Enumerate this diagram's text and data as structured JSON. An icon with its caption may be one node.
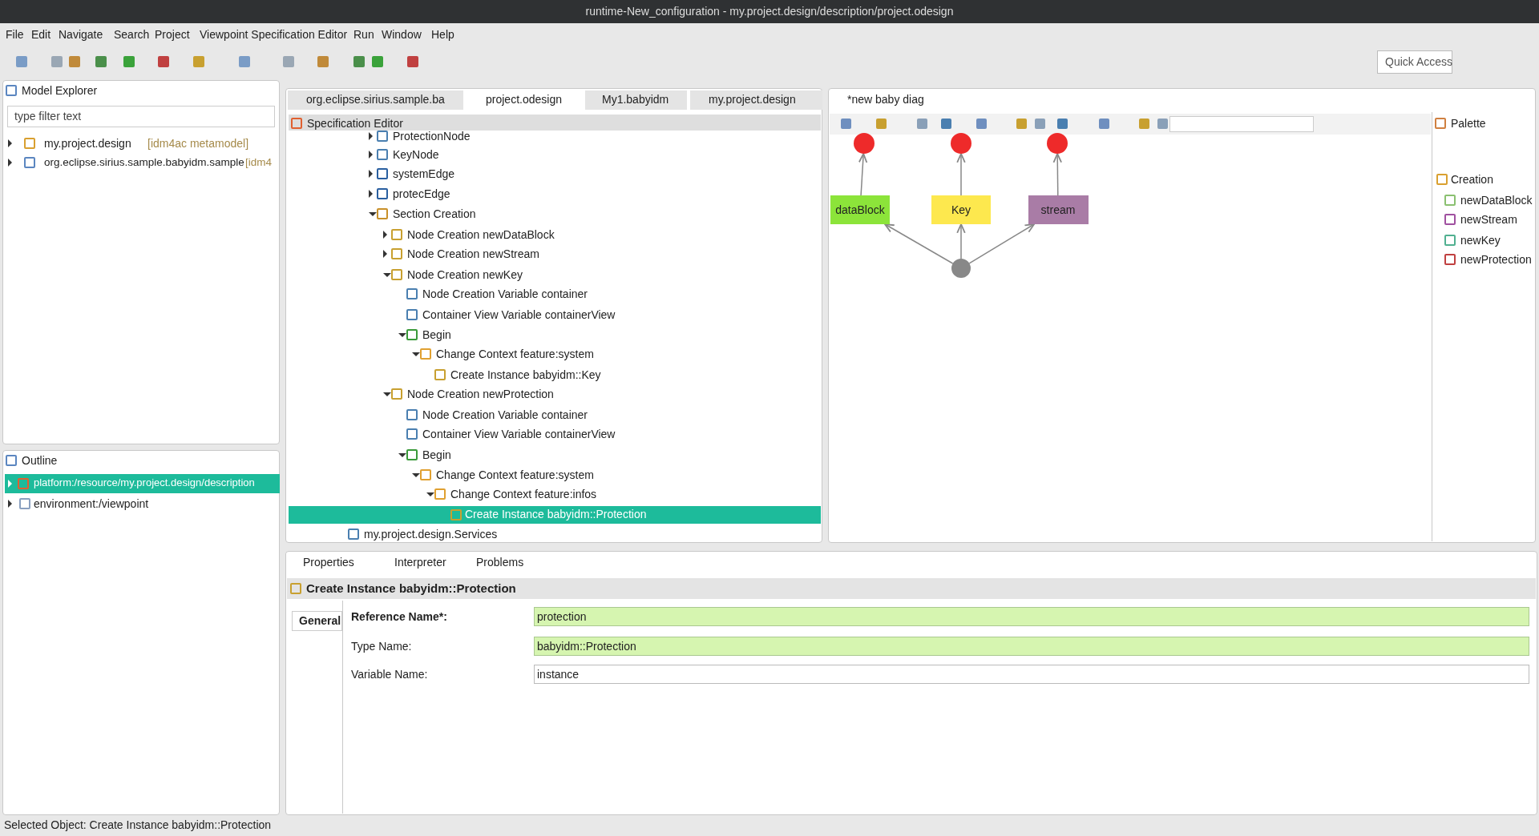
{
  "diagram": {
    "title": "runtime-New_configuration - my.project.design/description/project.odesign",
    "nodes": [
      {
        "text": [],
        "shape": "circle"
      },
      {
        "text": [],
        "shape": "circle"
      },
      {
        "text": [],
        "shape": "circle"
      },
      {
        "text": [
          "dataBlock"
        ]
      },
      {
        "text": [
          "Key"
        ]
      },
      {
        "text": [
          "stream"
        ]
      },
      {
        "text": [],
        "shape": "circle"
      }
    ],
    "edges": [
      {
        "from": 3,
        "to": 0,
        "arrow": "to"
      },
      {
        "from": 4,
        "to": 1,
        "arrow": "to"
      },
      {
        "from": 5,
        "to": 2,
        "arrow": "to"
      },
      {
        "from": 6,
        "to": 3,
        "arrow": "to"
      },
      {
        "from": 6,
        "to": 4,
        "arrow": "to"
      },
      {
        "from": 6,
        "to": 5,
        "arrow": "to"
      }
    ],
    "labels": [
      "File",
      "Edit",
      "Navigate",
      "Search",
      "Project",
      "Viewpoint Specification Editor",
      "Run",
      "Window",
      "Help",
      "Quick Access",
      "Model Explorer",
      "type filter text",
      "my.project.design",
      "[idm4ac metamodel]",
      "org.eclipse.sirius.sample.babyidm.sample",
      "[idm4",
      "Outline",
      "platform:/resource/my.project.design/description",
      "environment:/viewpoint",
      "org.eclipse.sirius.sample.ba",
      "project.odesign",
      "My1.babyidm",
      "my.project.design",
      "*new baby diag",
      "Specification Editor",
      "ProtectionNode",
      "KeyNode",
      "systemEdge",
      "protecEdge",
      "Section Creation",
      "Node Creation newDataBlock",
      "Node Creation newStream",
      "Node Creation newKey",
      "Node Creation Variable container",
      "Container View Variable containerView",
      "Begin",
      "Change Context feature:system",
      "Create Instance babyidm::Key",
      "Node Creation newProtection",
      "Node Creation Variable container",
      "Container View Variable containerView",
      "Begin",
      "Change Context feature:system",
      "Change Context feature:infos",
      "Create Instance babyidm::Protection",
      "my.project.design.Services",
      "Palette",
      "Creation",
      "newDataBlock",
      "newStream",
      "newKey",
      "newProtection",
      "Properties",
      "Interpreter",
      "Problems",
      "Create Instance babyidm::Protection",
      "General",
      "Reference Name*:",
      "protection",
      "Type Name:",
      "babyidm::Protection",
      "Variable Name:",
      "instance",
      "Selected Object: Create Instance babyidm::Protection"
    ]
  }
}
